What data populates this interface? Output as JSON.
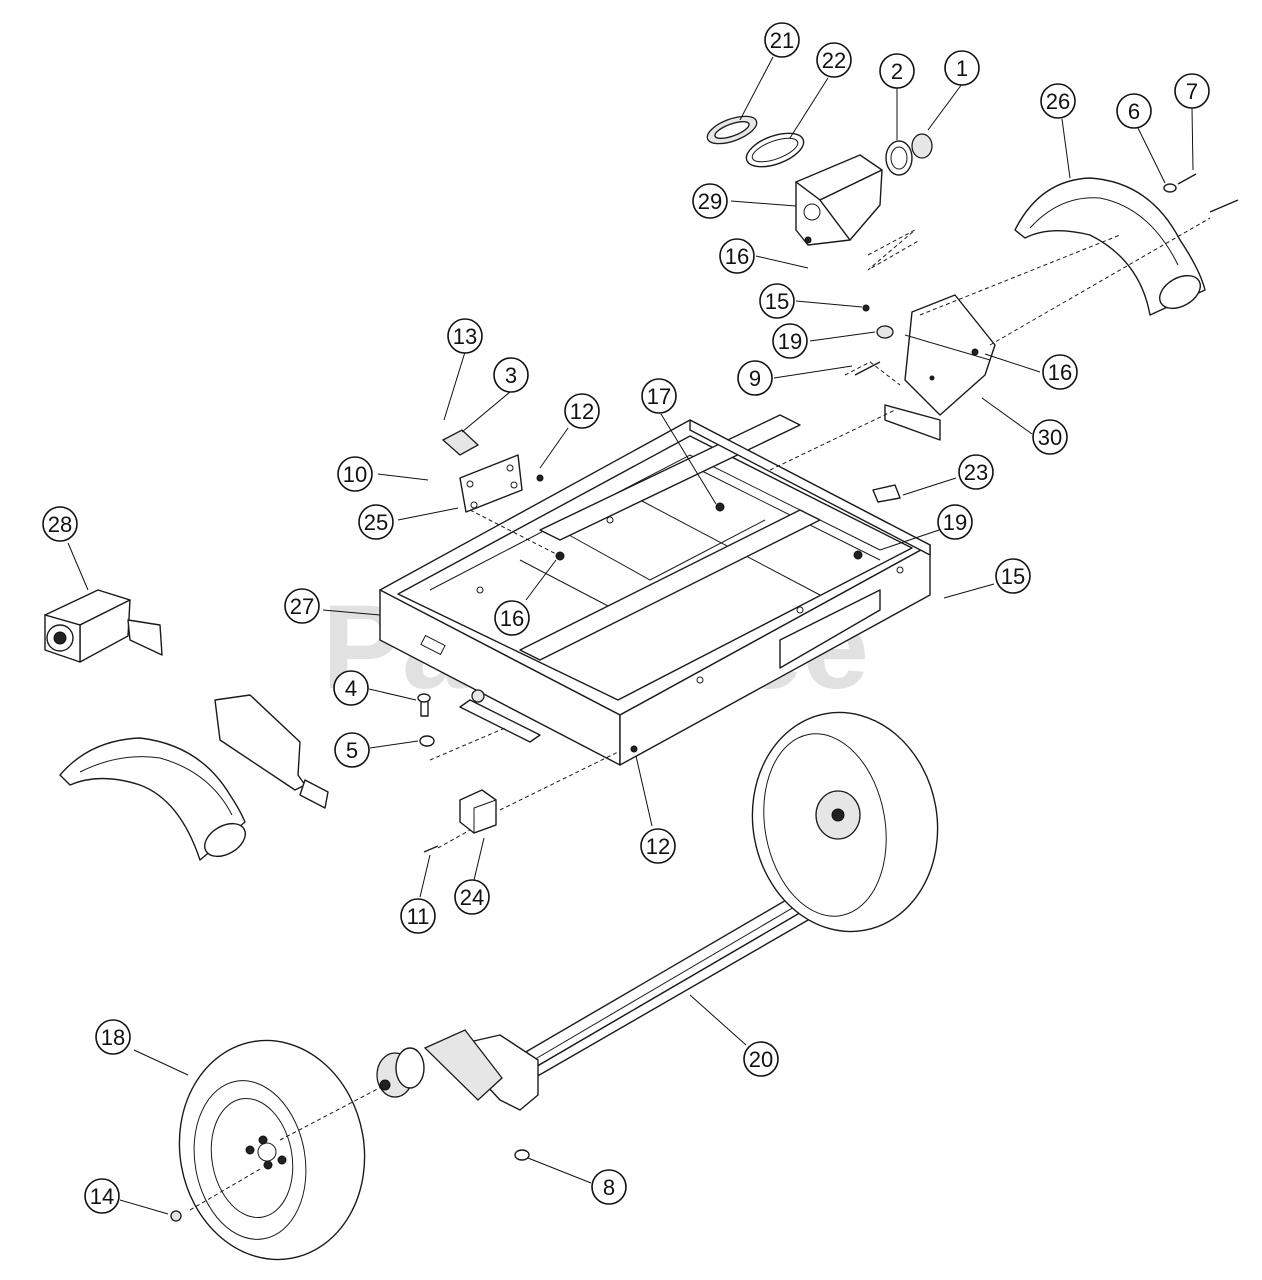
{
  "watermark": {
    "text": "PartsTree",
    "trademark": "™"
  },
  "callouts": [
    {
      "id": "c1",
      "label": "1"
    },
    {
      "id": "c2",
      "label": "2"
    },
    {
      "id": "c21",
      "label": "21"
    },
    {
      "id": "c22",
      "label": "22"
    },
    {
      "id": "c26",
      "label": "26"
    },
    {
      "id": "c6",
      "label": "6"
    },
    {
      "id": "c7",
      "label": "7"
    },
    {
      "id": "c29",
      "label": "29"
    },
    {
      "id": "c16a",
      "label": "16"
    },
    {
      "id": "c15a",
      "label": "15"
    },
    {
      "id": "c19a",
      "label": "19"
    },
    {
      "id": "c9",
      "label": "9"
    },
    {
      "id": "c16b",
      "label": "16"
    },
    {
      "id": "c30",
      "label": "30"
    },
    {
      "id": "c13",
      "label": "13"
    },
    {
      "id": "c3",
      "label": "3"
    },
    {
      "id": "c12a",
      "label": "12"
    },
    {
      "id": "c17",
      "label": "17"
    },
    {
      "id": "c10",
      "label": "10"
    },
    {
      "id": "c25",
      "label": "25"
    },
    {
      "id": "c23",
      "label": "23"
    },
    {
      "id": "c19b",
      "label": "19"
    },
    {
      "id": "c28",
      "label": "28"
    },
    {
      "id": "c16c",
      "label": "16"
    },
    {
      "id": "c15b",
      "label": "15"
    },
    {
      "id": "c27",
      "label": "27"
    },
    {
      "id": "c4",
      "label": "4"
    },
    {
      "id": "c5",
      "label": "5"
    },
    {
      "id": "c12b",
      "label": "12"
    },
    {
      "id": "c11",
      "label": "11"
    },
    {
      "id": "c24",
      "label": "24"
    },
    {
      "id": "c20",
      "label": "20"
    },
    {
      "id": "c18",
      "label": "18"
    },
    {
      "id": "c14",
      "label": "14"
    },
    {
      "id": "c8",
      "label": "8"
    }
  ]
}
